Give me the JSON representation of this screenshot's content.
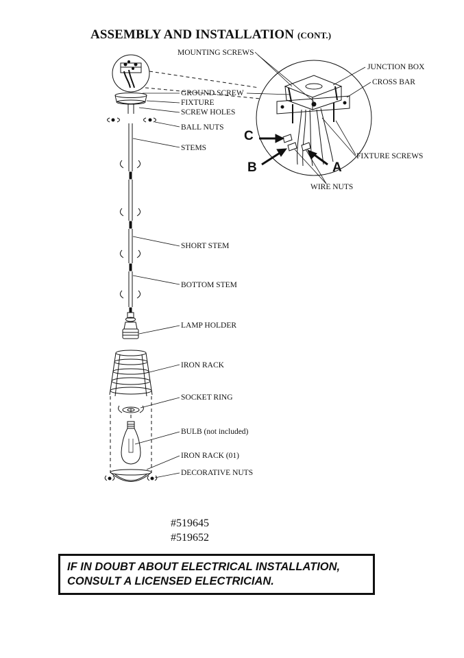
{
  "header": {
    "title": "ASSEMBLY AND INSTALLATION",
    "title_suffix": "(CONT.)"
  },
  "labels": {
    "mounting_screws": "MOUNTING SCREWS",
    "junction_box": "JUNCTION BOX",
    "cross_bar": "CROSS BAR",
    "ground_screw": "GROUND SCREW",
    "fixture": "FIXTURE",
    "screw_holes": "SCREW HOLES",
    "ball_nuts": "BALL NUTS",
    "stems": "STEMS",
    "fixture_screws": "FIXTURE SCREWS",
    "wire_nuts": "WIRE NUTS",
    "short_stem": "SHORT STEM",
    "bottom_stem": "BOTTOM STEM",
    "lamp_holder": "LAMP HOLDER",
    "iron_rack": "IRON RACK",
    "socket_ring": "SOCKET RING",
    "bulb": "BULB (not included)",
    "iron_rack_01": "IRON RACK (01)",
    "decorative_nuts": "DECORATIVE NUTS"
  },
  "wire_letters": {
    "a": "A",
    "b": "B",
    "c": "C"
  },
  "models": [
    "#519645",
    "#519652"
  ],
  "warning": {
    "line1": "IF IN DOUBT ABOUT ELECTRICAL INSTALLATION,",
    "line2": "CONSULT A LICENSED ELECTRICIAN."
  }
}
